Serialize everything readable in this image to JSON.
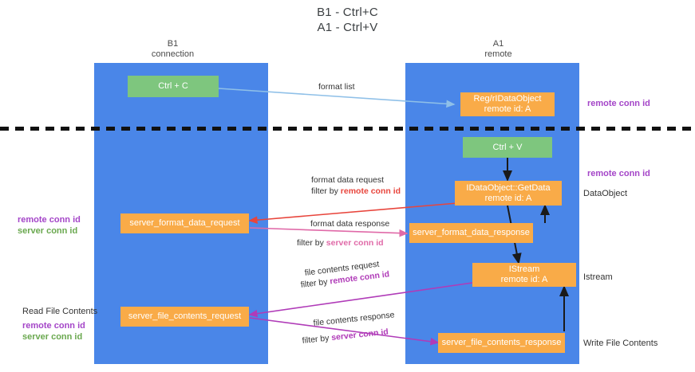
{
  "title": {
    "line1": "B1 - Ctrl+C",
    "line2": "A1 - Ctrl+V"
  },
  "columns": [
    {
      "name": "B1",
      "sub": "connection"
    },
    {
      "name": "A1",
      "sub": "remote"
    }
  ],
  "boxes": {
    "ctrl_c": {
      "label": "Ctrl + C",
      "color": "#7ec67e"
    },
    "ctrl_v": {
      "label": "Ctrl + V",
      "color": "#7ec67e"
    },
    "reg_dataobject": {
      "line1": "Reg/rIDataObject",
      "line2": "remote id: A",
      "color": "#f9ab48"
    },
    "getdata": {
      "line1": "IDataObject::GetData",
      "line2": "remote id: A",
      "color": "#f9ab48"
    },
    "istream": {
      "line1": "IStream",
      "line2": "remote id: A",
      "color": "#f9ab48"
    },
    "server_format_data_request": {
      "label": "server_format_data_request",
      "color": "#f9ab48"
    },
    "server_format_data_response": {
      "label": "server_format_data_response",
      "color": "#f9ab48"
    },
    "server_file_contents_request": {
      "label": "server_file_contents_request",
      "color": "#f9ab48"
    },
    "server_file_contents_response": {
      "label": "server_file_contents_response",
      "color": "#f9ab48"
    }
  },
  "edges": {
    "format_list": "format list",
    "format_data_request": "format data request",
    "format_data_request_filter_prefix": "filter by ",
    "format_data_request_filter_key": "remote conn id",
    "format_data_response": "format data response",
    "format_data_response_filter_prefix": "filter by ",
    "format_data_response_filter_key": "server conn id",
    "file_contents_request": "file contents request",
    "file_contents_request_filter_prefix": "filter by ",
    "file_contents_request_filter_key": "remote conn id",
    "file_contents_response": "file contents response",
    "file_contents_response_filter_prefix": "filter by ",
    "file_contents_response_filter_key": "server conn id"
  },
  "annotations": {
    "right_remote_conn_id_top": "remote conn id",
    "right_remote_conn_id_mid": "remote conn id",
    "right_dataobject": "DataObject",
    "right_istream": "Istream",
    "right_write_file_contents": "Write File Contents",
    "left_remote_conn_id": "remote conn id",
    "left_server_conn_id": "server conn id",
    "left_read_file_contents": "Read File Contents",
    "left_remote_conn_id_2": "remote conn id",
    "left_server_conn_id_2": "server conn id"
  },
  "colors": {
    "lane": "#4a86e8",
    "green_box": "#7ec67e",
    "orange_box": "#f9ab48",
    "purple": "#a445c8",
    "green_text": "#6aa84f",
    "red_arrow": "#e8453c",
    "pink_arrow": "#e06aa8",
    "magenta_arrow": "#b03bb8",
    "blue_arrow": "#8fc0e8",
    "dark_arrow": "#1a1a1a",
    "divider": "#111111"
  }
}
